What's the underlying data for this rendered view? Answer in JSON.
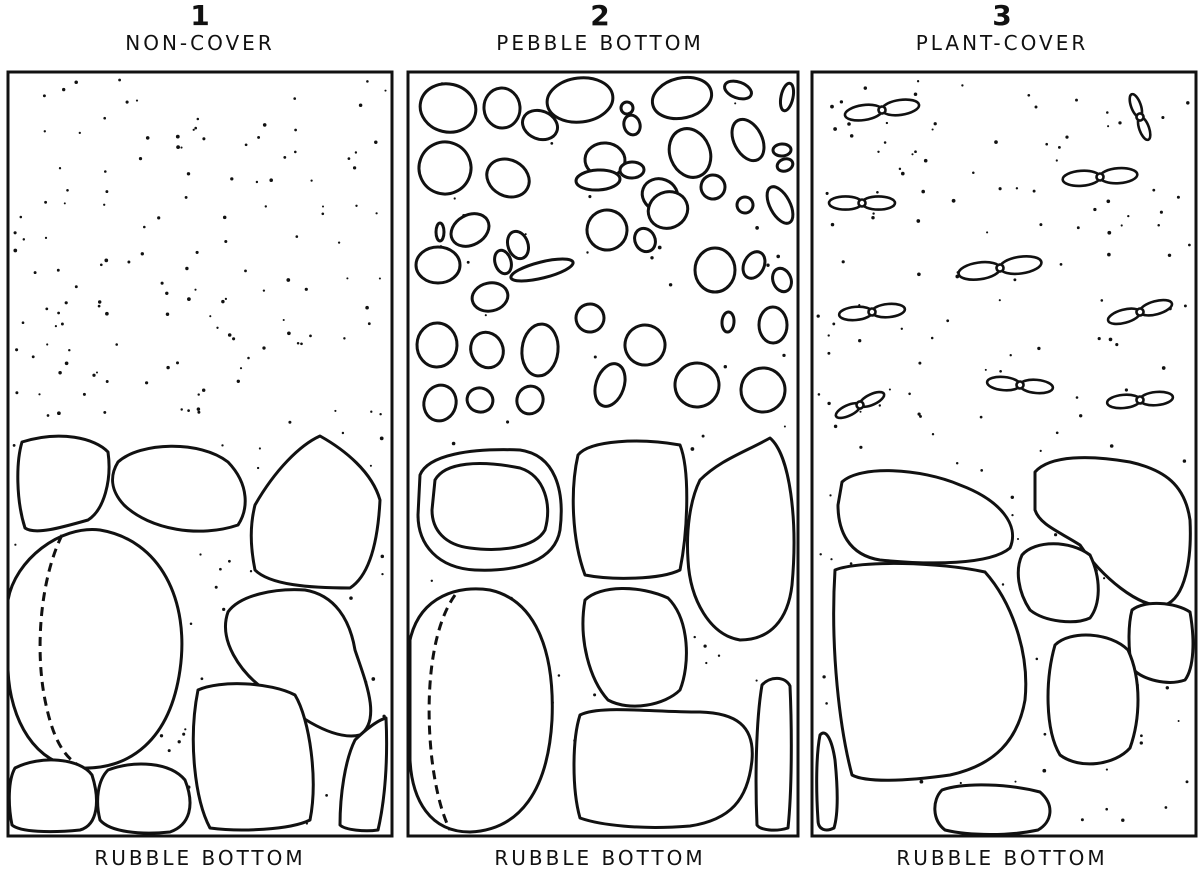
{
  "panels": [
    {
      "number": "1",
      "title": "NON-COVER",
      "bottom": "RUBBLE BOTTOM"
    },
    {
      "number": "2",
      "title": "PEBBLE BOTTOM",
      "bottom": "RUBBLE BOTTOM"
    },
    {
      "number": "3",
      "title": "PLANT-COVER",
      "bottom": "RUBBLE BOTTOM"
    }
  ],
  "colors": {
    "ink": "#111111",
    "background": "#ffffff"
  }
}
